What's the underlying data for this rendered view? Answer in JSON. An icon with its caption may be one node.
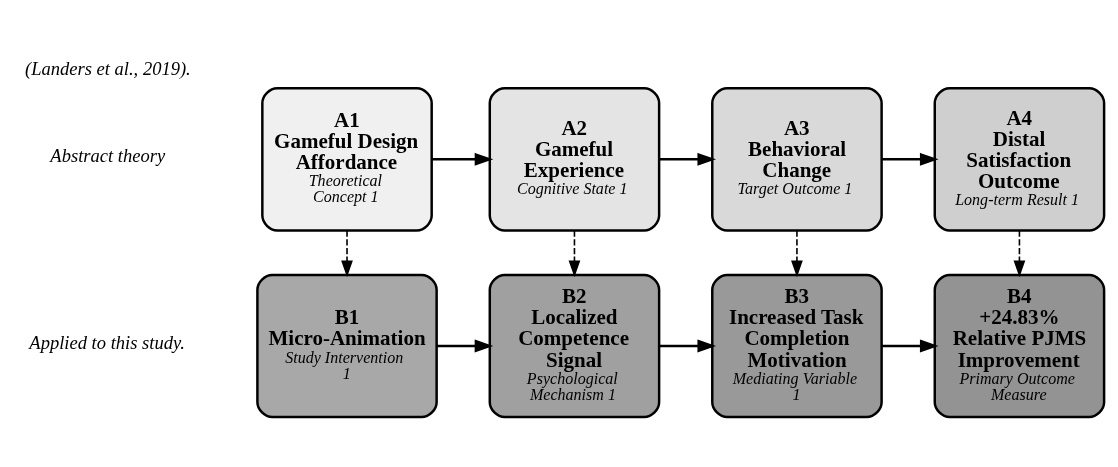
{
  "diagram": {
    "nodes": [
      {
        "text": [
          "A1",
          "Gameful Design Affordance",
          "Theoretical Concept 1"
        ]
      },
      {
        "text": [
          "A2",
          "Gameful Experience",
          "Cognitive State 1"
        ]
      },
      {
        "text": [
          "A3",
          "Behavioral Change",
          "Target Outcome 1"
        ]
      },
      {
        "text": [
          "A4",
          "Distal Satisfaction Outcome",
          "Long-term Result 1"
        ]
      },
      {
        "text": [
          "B1",
          "Micro-Animation",
          "Study Intervention 1"
        ]
      },
      {
        "text": [
          "B2",
          "Localized Competence Signal",
          "Psychological Mechanism 1"
        ]
      },
      {
        "text": [
          "B3",
          "Increased Task Completion Motivation",
          "Mediating Variable 1"
        ]
      },
      {
        "text": [
          "B4",
          "+24.83% Relative PJMS Improvement",
          "Primary Outcome Measure"
        ]
      }
    ],
    "edges": [
      {
        "from": 0,
        "to": 1,
        "arrow": "to"
      },
      {
        "from": 1,
        "to": 2,
        "arrow": "to"
      },
      {
        "from": 2,
        "to": 3,
        "arrow": "to"
      },
      {
        "from": 0,
        "to": 4,
        "arrow": "to",
        "style": "dashed"
      },
      {
        "from": 1,
        "to": 5,
        "arrow": "to",
        "style": "dashed"
      },
      {
        "from": 2,
        "to": 6,
        "arrow": "to",
        "style": "dashed"
      },
      {
        "from": 3,
        "to": 7,
        "arrow": "to",
        "style": "dashed"
      },
      {
        "from": 4,
        "to": 5,
        "arrow": "to"
      },
      {
        "from": 5,
        "to": 6,
        "arrow": "to"
      },
      {
        "from": 6,
        "to": 7,
        "arrow": "to"
      }
    ],
    "labels": [
      "Abstract theory",
      "(Landers et al., 2019).",
      "Applied to this study."
    ]
  }
}
